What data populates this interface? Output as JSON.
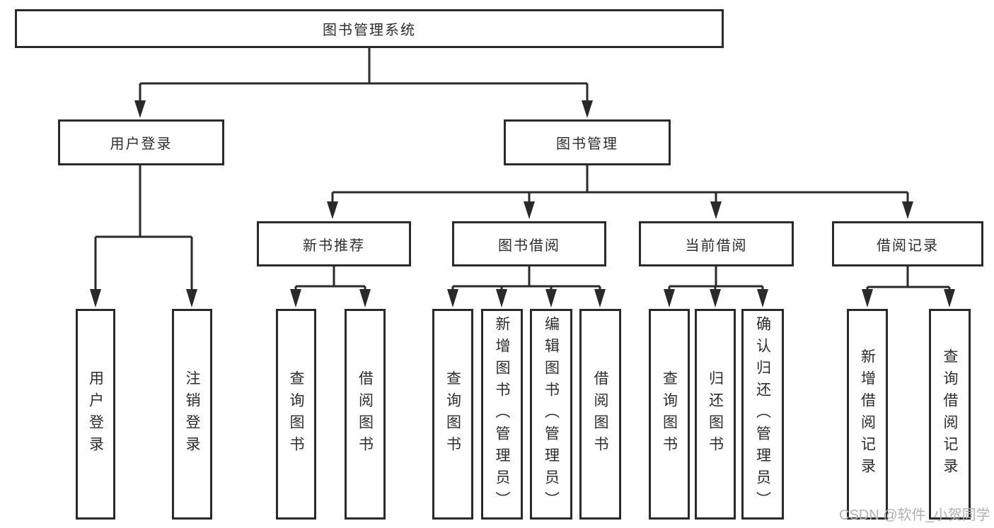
{
  "nodes": {
    "root": "图书管理系统",
    "user_login": "用户登录",
    "book_mgmt": "图书管理",
    "new_book_rec": "新书推荐",
    "book_borrow": "图书借阅",
    "current_borrow": "当前借阅",
    "borrow_record": "借阅记录",
    "leaf_user_login": "用户登录",
    "leaf_logout": "注销登录",
    "leaf_query_book_1": "查询图书",
    "leaf_borrow_book_1": "借阅图书",
    "leaf_query_book_2": "查询图书",
    "leaf_add_book": "新增图书（管理员）",
    "leaf_edit_book": "编辑图书（管理员）",
    "leaf_borrow_book_2": "借阅图书",
    "leaf_query_book_3": "查询图书",
    "leaf_return_book": "归还图书",
    "leaf_confirm_return": "确认归还（管理员）",
    "leaf_add_record": "新增借阅记录",
    "leaf_query_record": "查询借阅记录"
  },
  "watermark": "CSDN @软件_小贺同学",
  "colors": {
    "line": "#2a2a2a",
    "text": "#2d2d2d",
    "background": "#ffffff",
    "watermark_text": "#b3b0b0"
  }
}
